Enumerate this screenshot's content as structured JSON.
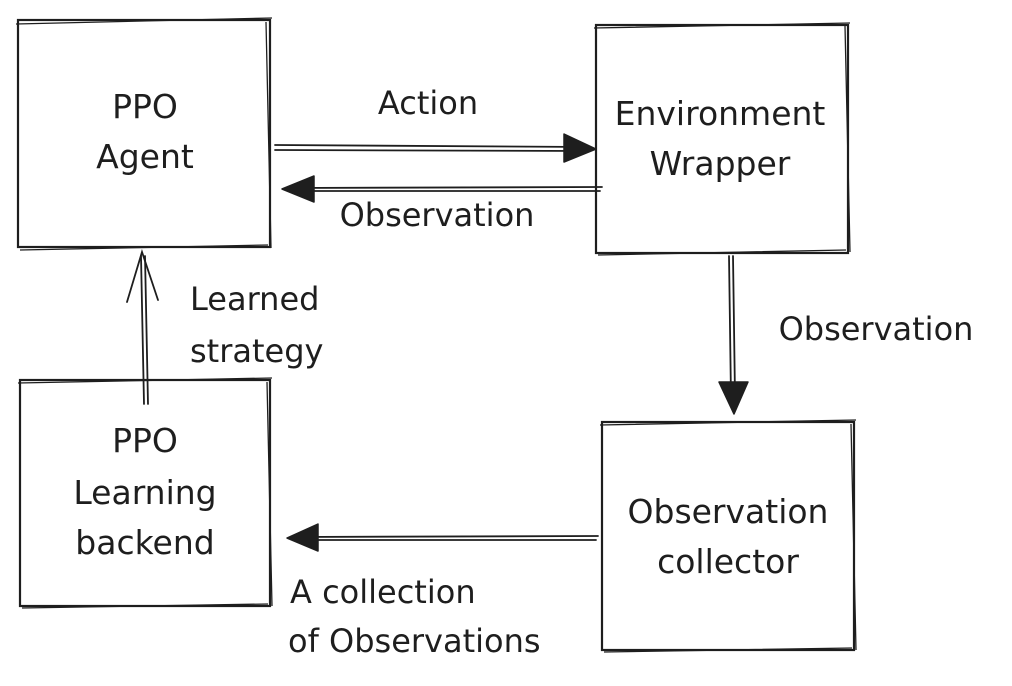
{
  "nodes": {
    "ppo_agent": [
      "PPO",
      "Agent"
    ],
    "environment_wrapper": [
      "Environment",
      "Wrapper"
    ],
    "ppo_learning_backend": [
      "PPO",
      "Learning",
      "backend"
    ],
    "observation_collector": [
      "Observation",
      "collector"
    ]
  },
  "edges": {
    "agent_to_env": "Action",
    "env_to_agent": "Observation",
    "env_to_collector": "Observation",
    "collector_to_backend": [
      "A collection",
      "of Observations"
    ],
    "backend_to_agent": [
      "Learned",
      "strategy"
    ]
  },
  "colors": {
    "stroke": "#1e1e1e",
    "background": "#ffffff"
  }
}
